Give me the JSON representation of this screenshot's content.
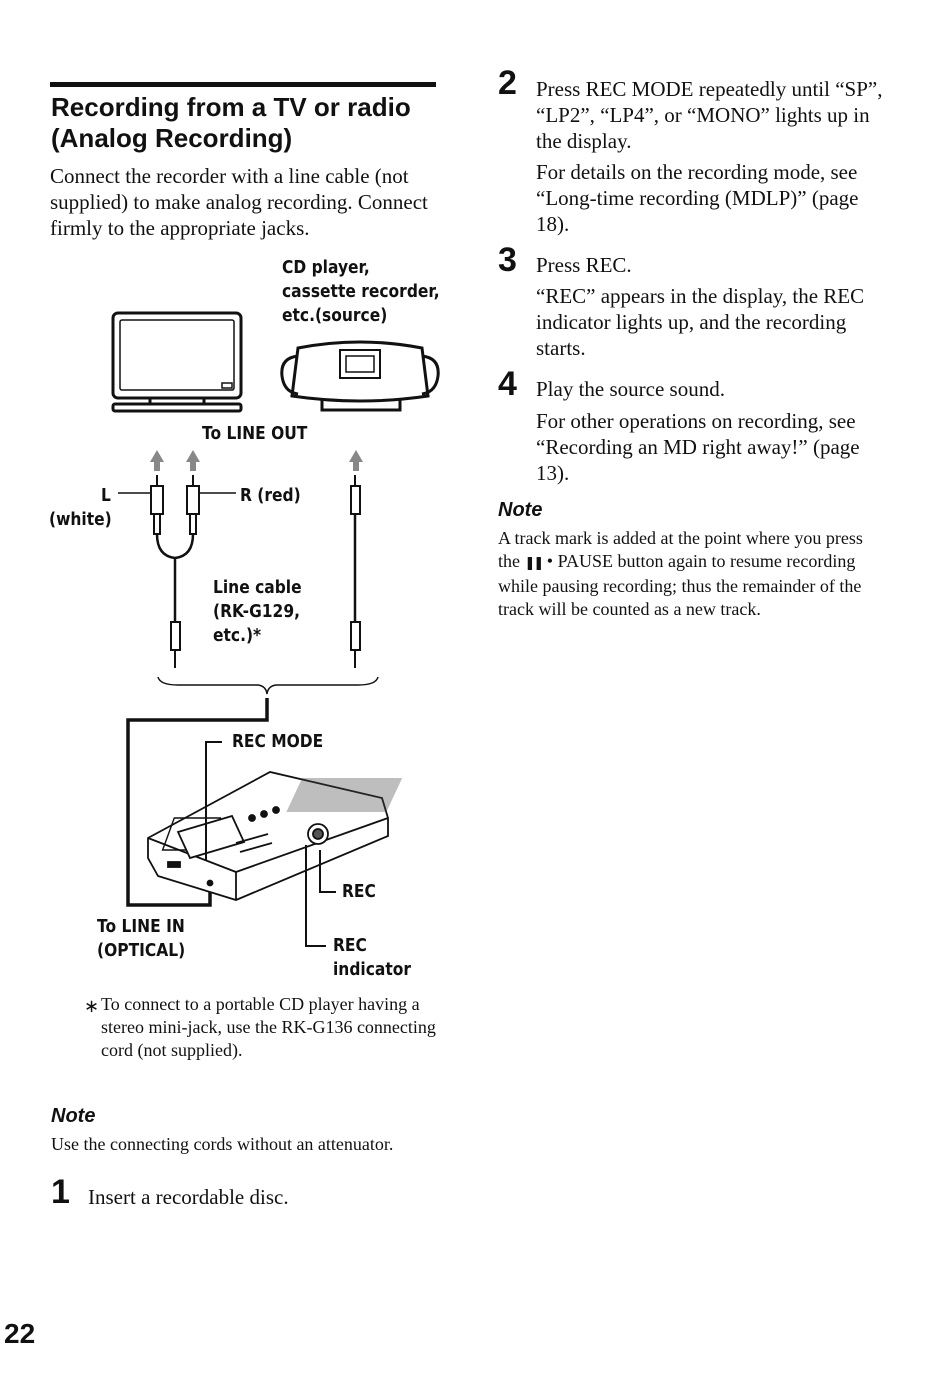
{
  "section": {
    "title_line1": "Recording from a TV or radio",
    "title_line2": "(Analog Recording)",
    "intro": "Connect the recorder with a line cable (not supplied) to make analog recording. Connect firmly to the appropriate jacks."
  },
  "diagram": {
    "source_label_1": "CD player,",
    "source_label_2": "cassette recorder,",
    "source_label_3": "etc.(source)",
    "line_out": "To LINE OUT",
    "l_label": "L",
    "white_label": "(white)",
    "r_label": "R (red)",
    "cable_1": "Line cable",
    "cable_2": "(RK-G129,",
    "cable_3": "etc.)*",
    "rec_mode": "REC MODE",
    "rec": "REC",
    "rec_ind_1": "REC",
    "rec_ind_2": "indicator",
    "line_in_1": "To LINE IN",
    "line_in_2": "(OPTICAL)",
    "footnote_mark": "∗",
    "footnote": "To connect to a portable CD player having a stereo mini-jack, use the RK-G136 connecting cord (not supplied)."
  },
  "note1": {
    "heading": "Note",
    "text": "Use the connecting cords without an attenuator."
  },
  "steps": [
    {
      "num": "1",
      "text": "Insert a recordable disc."
    },
    {
      "num": "2",
      "text": "Press REC MODE repeatedly until “SP”, “LP2”, “LP4”, or “MONO” lights up in the display.",
      "detail": "For details on the recording mode, see “Long-time recording (MDLP)” (page 18)."
    },
    {
      "num": "3",
      "text": "Press REC.",
      "detail": "“REC” appears in the display, the REC indicator lights up, and the recording starts."
    },
    {
      "num": "4",
      "text": "Play the source sound.",
      "detail": "For other operations on recording, see “Recording an MD right away!” (page 13)."
    }
  ],
  "note2": {
    "heading": "Note",
    "text_before": "A track mark is added at the point where you press the ",
    "pause_symbol": "❚❚",
    "text_after": " • PAUSE button again to resume recording while pausing recording; thus the remainder of the track will be counted as a new track."
  },
  "page_number": "22"
}
